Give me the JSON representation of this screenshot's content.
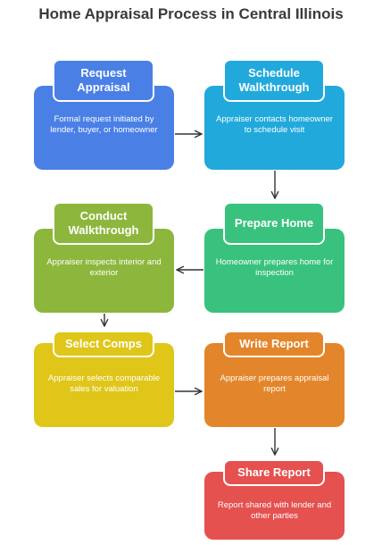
{
  "title": "Home Appraisal Process in Central Illinois",
  "colors": {
    "request": "#4a7fe6",
    "schedule": "#21a9dc",
    "conduct": "#8db63c",
    "prepare": "#39c27e",
    "select": "#dfc619",
    "write": "#e3862b",
    "share": "#e4514f",
    "arrow": "#333333"
  },
  "steps": {
    "request": {
      "title": "Request Appraisal",
      "desc": "Formal request initiated by lender, buyer, or homeowner"
    },
    "schedule": {
      "title": "Schedule Walkthrough",
      "desc": "Appraiser contacts homeowner to schedule visit"
    },
    "conduct": {
      "title": "Conduct Walkthrough",
      "desc": "Appraiser inspects interior and exterior"
    },
    "prepare": {
      "title": "Prepare Home",
      "desc": "Homeowner prepares home for inspection"
    },
    "select": {
      "title": "Select Comps",
      "desc": "Appraiser selects comparable sales for valuation"
    },
    "write": {
      "title": "Write Report",
      "desc": "Appraiser prepares appraisal report"
    },
    "share": {
      "title": "Share Report",
      "desc": "Report shared with lender and other parties"
    }
  }
}
